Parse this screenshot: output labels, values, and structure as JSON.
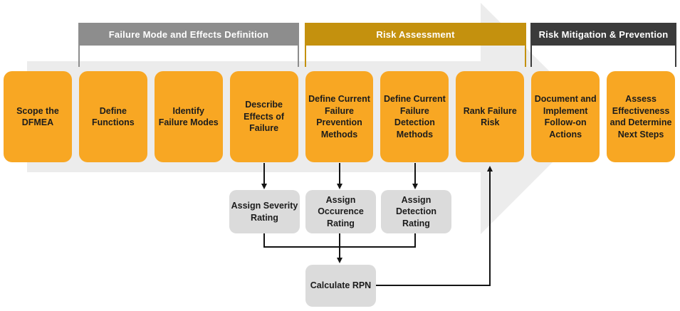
{
  "diagram": {
    "phases": [
      {
        "label": "Failure Mode and Effects Definition",
        "color": "#8D8D8D"
      },
      {
        "label": "Risk Assessment",
        "color": "#C4910E"
      },
      {
        "label": "Risk Mitigation & Prevention",
        "color": "#3B3B3B"
      }
    ],
    "steps": [
      "Scope the DFMEA",
      "Define Functions",
      "Identify Failure Modes",
      "Describe Effects of Failure",
      "Define Current Failure Prevention Methods",
      "Define Current Failure Detection Methods",
      "Rank Failure Risk",
      "Document and Implement Follow-on Actions",
      "Assess Effectiveness and Determine Next Steps"
    ],
    "sub_steps": [
      "Assign Severity Rating",
      "Assign Occurence Rating",
      "Assign Detection Rating"
    ],
    "calculation_step": "Calculate RPN",
    "colors": {
      "step_box": "#F8A723",
      "sub_step_box": "#DBDBDB",
      "background_arrow": "#ECECEC",
      "connector": "#141414"
    }
  }
}
